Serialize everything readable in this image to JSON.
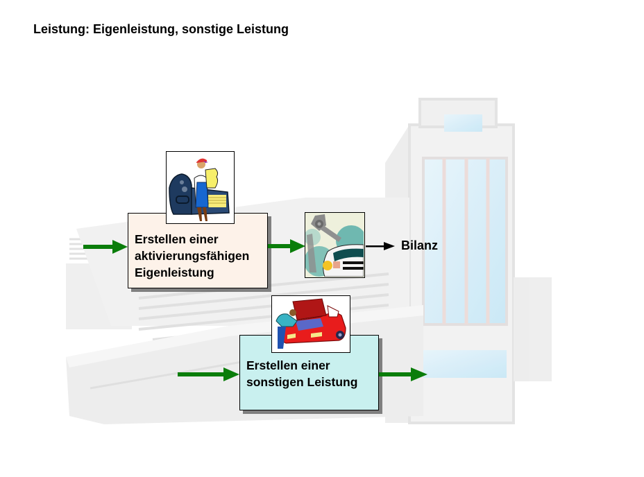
{
  "title": "Leistung: Eigenleistung, sonstige Leistung",
  "nodes": {
    "eigenleistung": {
      "lines": [
        "Erstellen einer",
        "aktivierungsfähigen",
        "Eigenleistung"
      ],
      "fill": "#fdf2e9",
      "icon": "printing-press-worker-icon"
    },
    "sonstige": {
      "lines": [
        "Erstellen einer",
        "sonstigen Leistung"
      ],
      "fill": "#c9f0ef",
      "icon": "car-mechanic-icon"
    },
    "asset": {
      "icon": "robot-arm-car-icon"
    },
    "bilanz": {
      "label": "Bilanz"
    }
  },
  "colors": {
    "flow_arrow": "#0a7d0a",
    "result_arrow": "#000000"
  },
  "edges": [
    {
      "from": "input",
      "to": "eigenleistung",
      "color": "green"
    },
    {
      "from": "eigenleistung",
      "to": "asset",
      "color": "green"
    },
    {
      "from": "asset",
      "to": "bilanz",
      "color": "black"
    },
    {
      "from": "input",
      "to": "sonstige",
      "color": "green"
    },
    {
      "from": "sonstige",
      "to": "output",
      "color": "green"
    }
  ]
}
